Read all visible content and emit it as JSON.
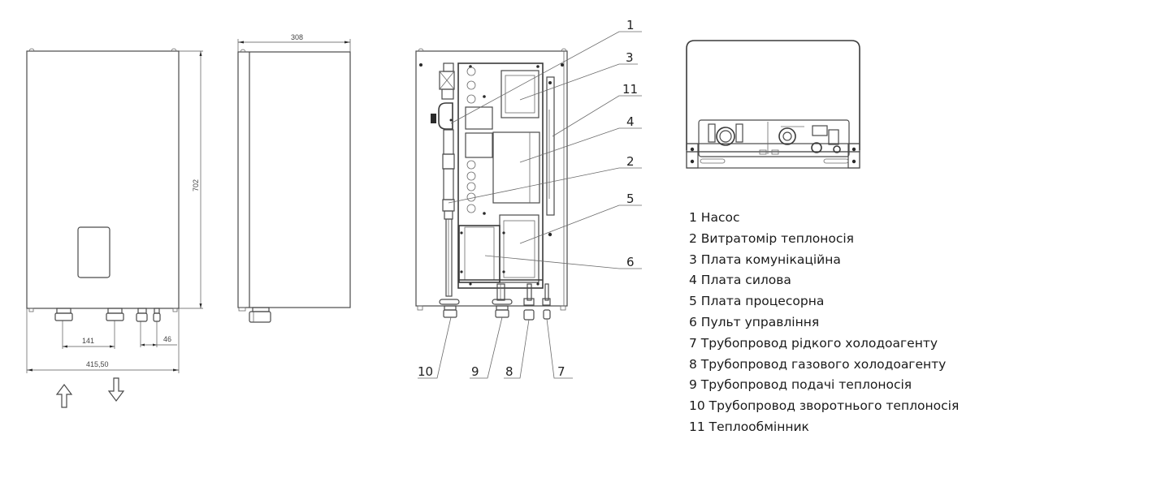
{
  "figure": {
    "front_view": {
      "dimensions": {
        "height": "702",
        "width_total": "415,50",
        "spacing_water_pipes": "141",
        "spacing_refrigerant_pipes": "46"
      },
      "flow_arrows": [
        "up-arrow",
        "down-arrow"
      ]
    },
    "side_view": {
      "dimensions": {
        "depth": "308"
      }
    },
    "internal_view": {
      "callouts": [
        "1",
        "3",
        "11",
        "4",
        "2",
        "5",
        "6",
        "10",
        "9",
        "8",
        "7"
      ]
    },
    "bottom_view": {}
  },
  "legend": {
    "items": [
      "1 Насос",
      "2 Витратомір теплоносія",
      "3 Плата комунікаційна",
      "4 Плата силова",
      "5 Плата процесорна",
      "6 Пульт управління",
      "7 Трубопровод рідкого холодоагенту",
      "8 Трубопровод газового холодоагенту",
      "9 Трубопровод подачі теплоносія",
      "10 Трубопровод зворотнього теплоносія",
      "11 Теплообмінник"
    ]
  }
}
